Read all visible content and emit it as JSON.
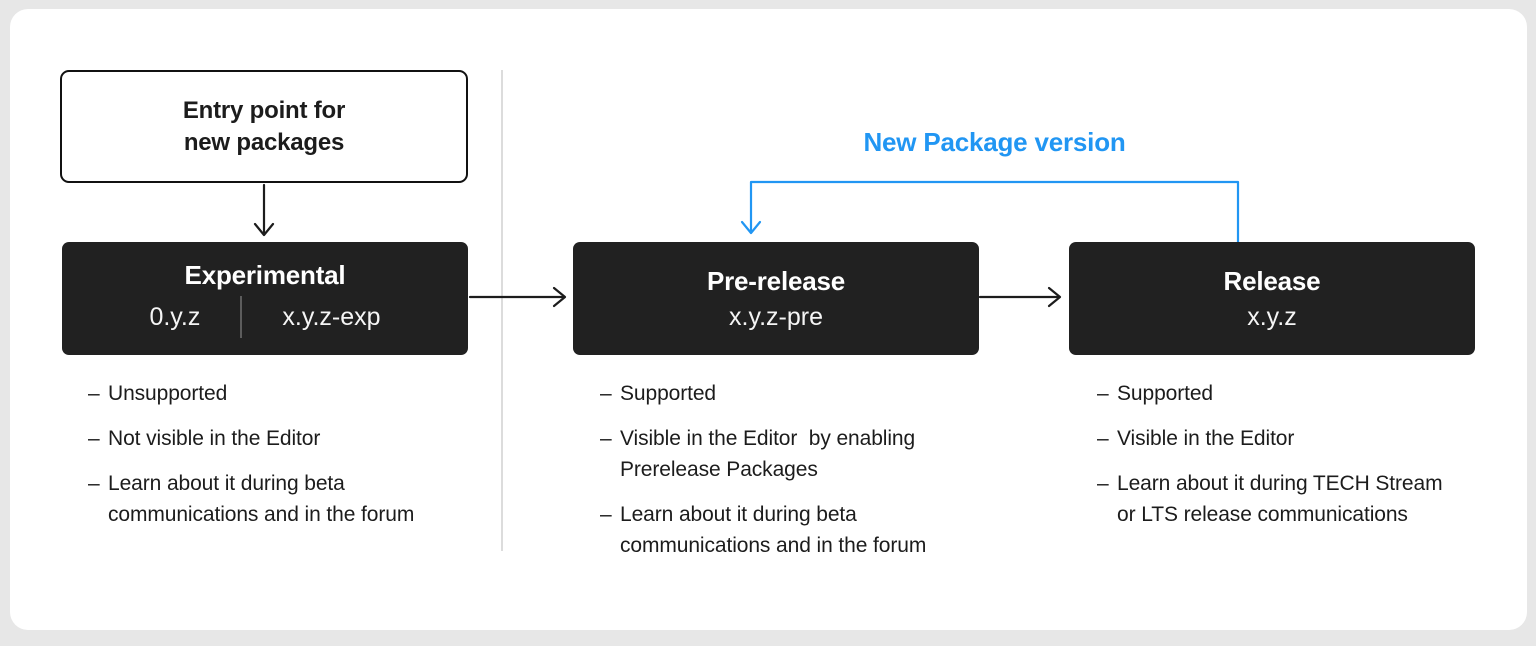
{
  "colors": {
    "accent_blue": "#2196F3",
    "stage_box_dark": "#212121",
    "page_background": "#E7E7E7",
    "card_background": "#FFFFFF",
    "column_divider_gray": "#DCDCDC"
  },
  "bullet_marker": "–",
  "entry_box": {
    "label": "Entry point for\nnew packages"
  },
  "new_version_label": "New Package version",
  "stages": [
    {
      "title": "Experimental",
      "version_left": "0.y.z",
      "version_right": "x.y.z-exp",
      "bullets": [
        "Unsupported",
        "Not visible in the Editor",
        "Learn about it during beta\ncommunications and in the forum"
      ]
    },
    {
      "title": "Pre-release",
      "version": "x.y.z-pre",
      "bullets": [
        "Supported",
        "Visible in the Editor  by enabling\nPrerelease Packages",
        "Learn about it during beta\ncommunications and in the forum"
      ]
    },
    {
      "title": "Release",
      "version": "x.y.z",
      "bullets": [
        "Supported",
        "Visible in the Editor",
        "Learn about it during TECH Stream\nor LTS release communications"
      ]
    }
  ]
}
